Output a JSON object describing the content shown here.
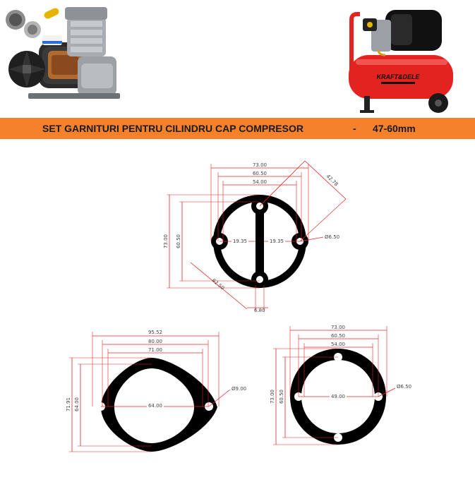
{
  "banner": {
    "title": "SET GARNITURI PENTRU CILINDRU CAP COMPRESOR",
    "separator": "-",
    "size_range": "47-60mm"
  },
  "product_photo": {
    "brand": "KRAFT&DELE"
  },
  "colors": {
    "banner": "#f5822a",
    "dimension_lines": "#e02626",
    "gasket": "#000000",
    "compressor_body": "#e3231f"
  },
  "gasket_top": {
    "outer_width": "73.00",
    "hole_circle": "60.50",
    "inner_width": "54.00",
    "diagonal": "42.78",
    "height": "73.00",
    "height_inner": "60.50",
    "left_offset": "19.35",
    "right_offset": "19.35",
    "hole_diameter": "Ø6.50",
    "arc_length": "62.50",
    "bar_width": "6.80"
  },
  "gasket_oval": {
    "overall_width": "95.52",
    "hole_spacing": "80.00",
    "inner_width": "71.00",
    "center_spacing": "64.00",
    "height": "71.91",
    "inner_height": "64.00",
    "hole_diameter": "Ø9.00"
  },
  "gasket_round": {
    "outer": "73.00",
    "hole_circle": "60.50",
    "inner": "54.00",
    "height": "73.00",
    "height_inner": "60.50",
    "center_spacing": "49.00",
    "hole_diameter": "Ø6.50"
  }
}
